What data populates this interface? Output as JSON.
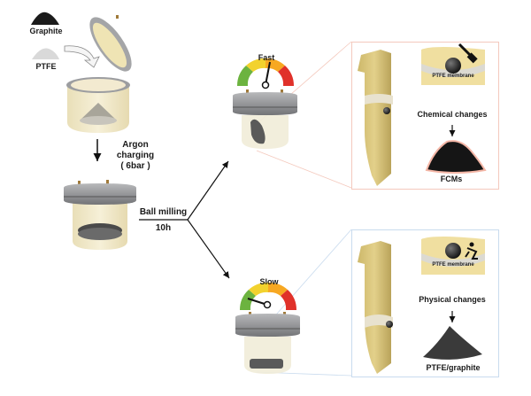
{
  "materials": {
    "graphite_label": "Graphite",
    "ptfe_label": "PTFE"
  },
  "step1": {
    "label_line1": "Argon",
    "label_line2": "charging",
    "label_line3": "( 6bar )"
  },
  "process": {
    "label": "Ball milling",
    "duration": "10h"
  },
  "branches": [
    {
      "speed_label": "Fast",
      "gauge_level": "high",
      "membrane_label": "PTFE membrane",
      "change_label": "Chemical changes",
      "product_label": "FCMs",
      "accent_color": "#f4c9bd"
    },
    {
      "speed_label": "Slow",
      "gauge_level": "low",
      "membrane_label": "PTFE membrane",
      "change_label": "Physical changes",
      "product_label": "PTFE/graphite",
      "accent_color": "#c9dbee"
    }
  ],
  "icons": {
    "hammer": "hammer-icon",
    "slip": "slipping-person-icon"
  }
}
